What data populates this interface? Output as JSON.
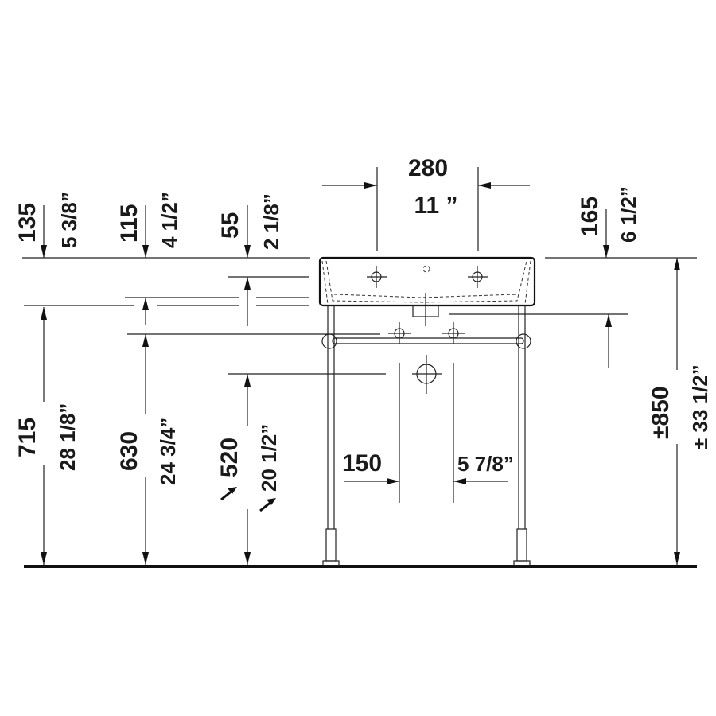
{
  "drawing": {
    "type": "Washbasin with metal console, front elevation dimension drawing",
    "top_dims": {
      "faucet_spacing_mm": "280",
      "faucet_spacing_in": "11 ”",
      "d135_mm": "135",
      "d135_in": "5 3/8”",
      "d115_mm": "115",
      "d115_in": "4 1/2”",
      "d55_mm": "55",
      "d55_in": "2 1/8”",
      "d165_mm": "165",
      "d165_in": "6 1/2”"
    },
    "height_dims": {
      "h715_mm": "715",
      "h715_in": "28 1/8”",
      "h630_mm": "630",
      "h630_in": "24 3/4”",
      "h520_mm": "520",
      "h520_in": "20 1/2”",
      "h850_mm": "±850",
      "h850_in": "± 33 1/2”"
    },
    "drain_dims": {
      "spacing_mm": "150",
      "spacing_in": "5 7/8”"
    }
  }
}
